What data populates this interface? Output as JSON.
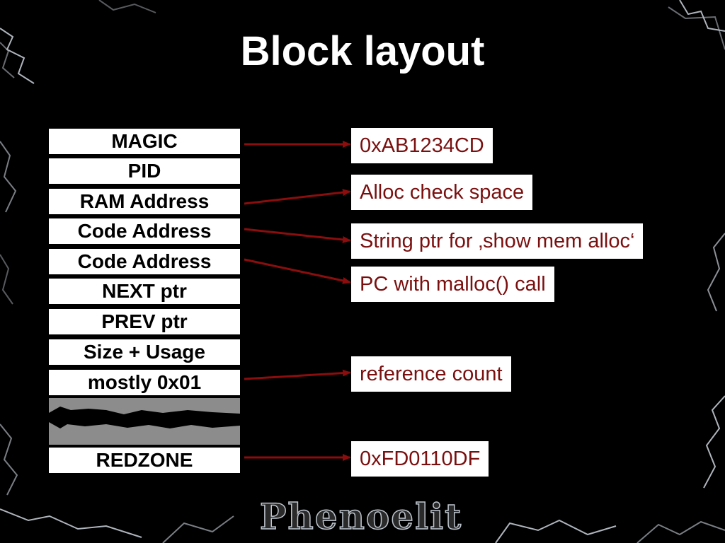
{
  "title": "Block layout",
  "blocks": [
    "MAGIC",
    "PID",
    "RAM Address",
    "Code Address",
    "Code Address",
    "NEXT ptr",
    "PREV ptr",
    "Size + Usage",
    "mostly 0x01",
    "REDZONE"
  ],
  "annotations": [
    "0xAB1234CD",
    "Alloc check space",
    "String ptr for ‚show mem alloc‘",
    "PC with malloc() call",
    "reference count",
    "0xFD0110DF"
  ],
  "logo": "Phenoelit",
  "colors": {
    "background": "#000000",
    "annotation_text": "#7a0f0f",
    "arrow": "#8b0d0d",
    "torn_fill": "#8c8c8c"
  }
}
